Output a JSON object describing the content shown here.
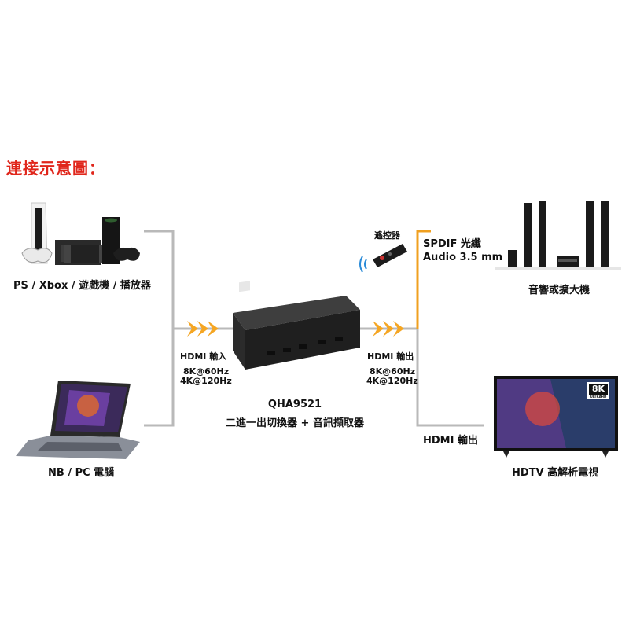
{
  "title": "連接示意圖：",
  "sources": {
    "consoles_label": "PS / Xbox / 遊戲機 / 播放器",
    "pc_label": "NB / PC 電腦"
  },
  "input": {
    "label": "HDMI 輸入",
    "res1": "8K@60Hz",
    "res2": "4K@120Hz"
  },
  "device": {
    "model": "QHA9521",
    "desc": "二進一出切換器 + 音訊擷取器"
  },
  "output": {
    "label": "HDMI 輸出",
    "res1": "8K@60Hz",
    "res2": "4K@120Hz"
  },
  "remote": {
    "label": "遙控器"
  },
  "audio_out": {
    "line1": "SPDIF 光纖",
    "line2": "Audio 3.5 mm"
  },
  "hdmi_out_tv": "HDMI 輸出",
  "destinations": {
    "audio_label": "音響或擴大機",
    "tv_label": "HDTV 高解析電視"
  },
  "tv_badge": {
    "big": "8K",
    "small": "ULTRAHD"
  },
  "colors": {
    "title": "#e0261b",
    "line_gray": "#b9b9b9",
    "line_orange": "#f0a020",
    "arrow": "#f5a623"
  }
}
